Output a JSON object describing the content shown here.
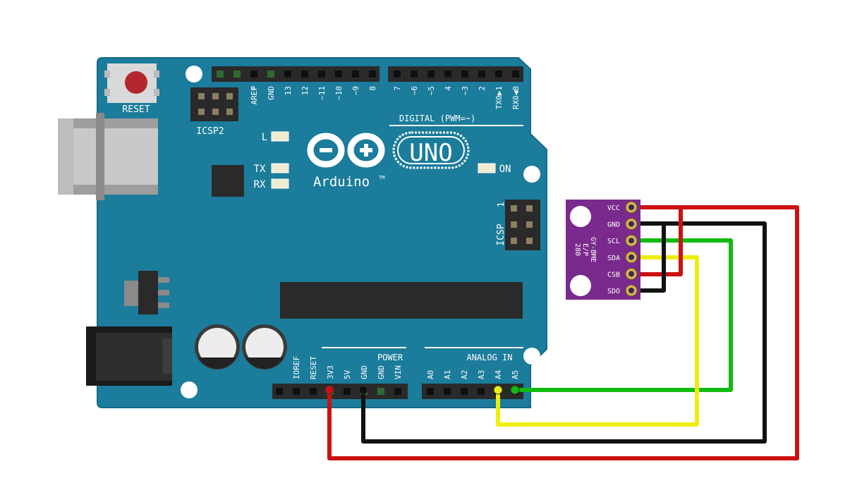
{
  "board": {
    "reset_label": "RESET",
    "icsp2_label": "ICSP2",
    "icsp_label": "ICSP",
    "icsp_pin1": "1",
    "digital_label": "DIGITAL (PWM=~)",
    "digital_pins_left": [
      "AREF",
      "GND",
      "13",
      "12",
      "~11",
      "~10",
      "~9",
      "8"
    ],
    "digital_pins_right": [
      "7",
      "~6",
      "~5",
      "4",
      "~3",
      "2",
      "TX0▶1",
      "RX0◀0"
    ],
    "led_l": "L",
    "led_tx": "TX",
    "led_rx": "RX",
    "led_on": "ON",
    "logo_text": "Arduino",
    "logo_tm": "TM",
    "model": "UNO",
    "power_label": "POWER",
    "analog_label": "ANALOG IN",
    "power_pins": [
      "IOREF",
      "RESET",
      "3V3",
      "5V",
      "GND",
      "GND",
      "VIN"
    ],
    "analog_pins": [
      "A0",
      "A1",
      "A2",
      "A3",
      "A4",
      "A5"
    ],
    "colors": {
      "board": "#1b7c9b",
      "header": "#2a2a2a",
      "reset_button": "#b3262d"
    }
  },
  "sensor": {
    "pins": [
      "VCC",
      "GND",
      "SCL",
      "SDA",
      "CSB",
      "SDO"
    ],
    "label_line1": "GY-BME",
    "label_line2": "E/P",
    "label_line3": "280",
    "colors": {
      "pcb": "#7a2a8c"
    }
  },
  "wires": [
    {
      "from": "3V3",
      "to": "VCC",
      "color": "#cc1111"
    },
    {
      "from": "GND",
      "to": "GND",
      "color": "#111111"
    },
    {
      "from": "A5",
      "to": "SCL",
      "color": "#11bb11"
    },
    {
      "from": "A4",
      "to": "SDA",
      "color": "#eeee11"
    },
    {
      "from": "VCC",
      "to": "CSB",
      "color": "#cc1111"
    },
    {
      "from": "GND",
      "to": "SDO",
      "color": "#111111"
    }
  ]
}
